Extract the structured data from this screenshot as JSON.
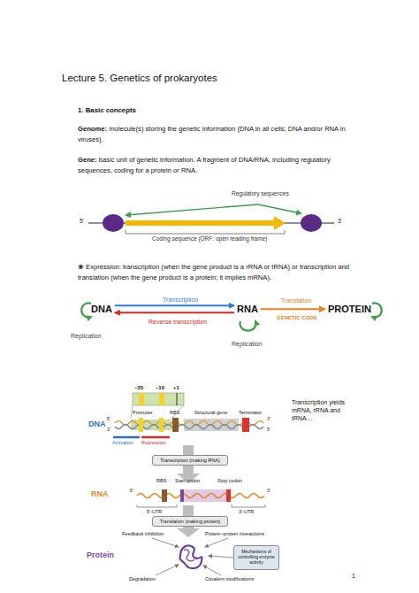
{
  "diagram": {
    "title": "Lecture 5. Genetics of prokaryotes",
    "nodes": [
      {
        "text": [
          "DNA"
        ]
      },
      {
        "text": [
          "RNA"
        ]
      },
      {
        "text": [
          "PROTEIN"
        ]
      },
      {
        "text": [
          "Transcription (making RNA)"
        ]
      },
      {
        "text": [
          "Translation (making protein)"
        ]
      },
      {
        "text": [
          "Mechanisms of controlling enzyme activity"
        ]
      }
    ],
    "edges": [
      {
        "from": 0,
        "to": 1,
        "arrow": "to",
        "label": "Transcription"
      },
      {
        "from": 1,
        "to": 0,
        "arrow": "to",
        "label": "Reverse transcription"
      },
      {
        "from": 1,
        "to": 2,
        "arrow": "to",
        "label": "Translation"
      }
    ],
    "labels": [
      "1. Basic concepts",
      "Genome:",
      "molecule(s) storing the genetic information (DNA in all cells; DNA and/or RNA in viruses).",
      "Gene:",
      "basic unit of genetic information. A fragment of DNA/RNA, including regulatory sequences, coding for a protein or RNA.",
      "Regulatory sequences",
      "5'",
      "3'",
      "Coding sequence (ORF: open reading frame)",
      "❀ Expression: transcription (when the gene product is a rRNA or tRNA) or transcription and translation (when the gene product is a protein; it implies mRNA).",
      "GENETIC CODE",
      "Replication",
      "Replication",
      "–35",
      "–10",
      "+1",
      "Promoter",
      "RBS",
      "Structural gene",
      "Terminator",
      "DNA",
      "5'",
      "3'",
      "3'",
      "5'",
      "Activation",
      "Repression",
      "Transcription yields mRNA, rRNA and tRNA…",
      "RBS",
      "Start codon",
      "Stop codon",
      "RNA",
      "5'",
      "3'",
      "5'-UTR",
      "3'-UTR",
      "Feedback inhibition",
      "Protein–protein interactions",
      "Protein",
      "Degradation",
      "Covalent modifications",
      "1"
    ]
  }
}
